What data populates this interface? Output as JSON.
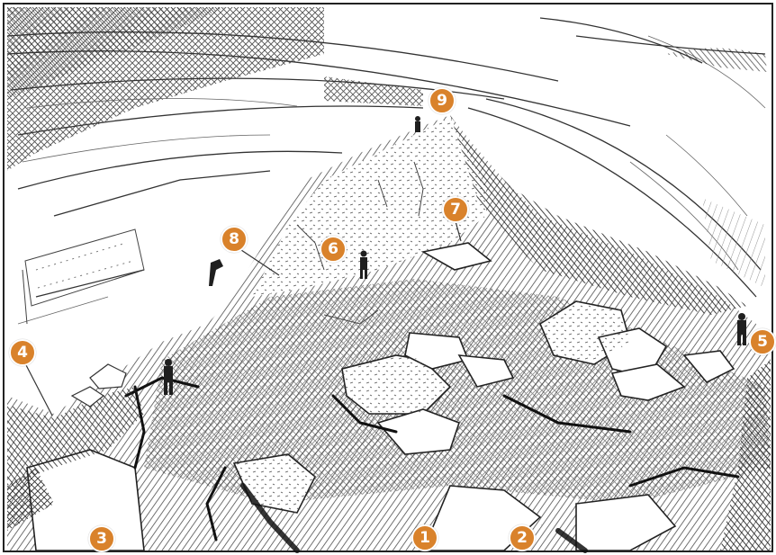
{
  "colors": {
    "marker": "#d9822b",
    "marker_text": "#ffffff",
    "ink": "#2b2b2b",
    "paper": "#ffffff"
  },
  "markers": [
    "1",
    "2",
    "3",
    "4",
    "5",
    "6",
    "7",
    "8",
    "9"
  ]
}
